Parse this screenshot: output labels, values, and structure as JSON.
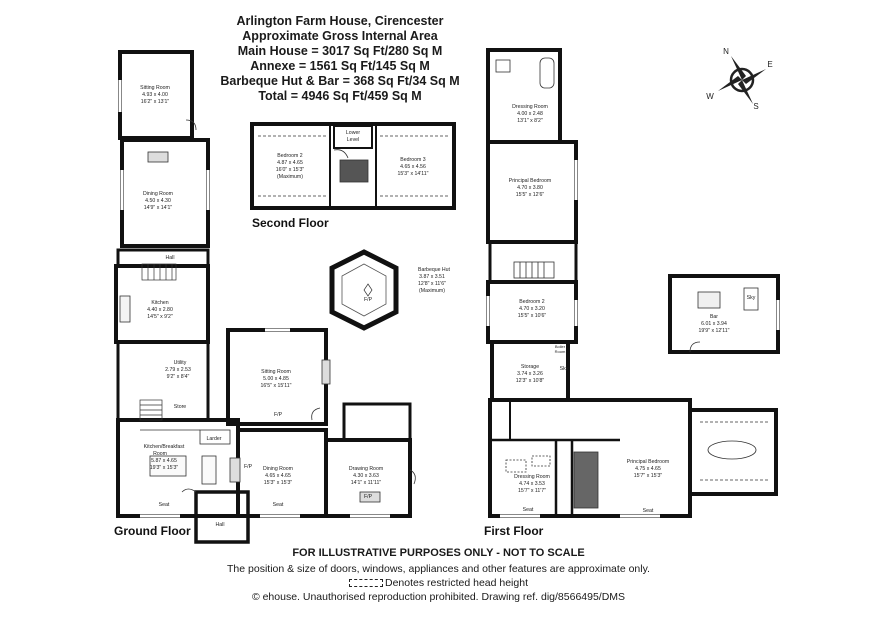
{
  "header": {
    "title": "Arlington Farm House, Cirencester",
    "subtitle": "Approximate Gross Internal Area",
    "main_house": "Main House = 3017 Sq Ft/280 Sq M",
    "annexe": "Annexe = 1561 Sq Ft/145 Sq M",
    "bbq": "Barbeque Hut & Bar = 368 Sq Ft/34 Sq M",
    "total": "Total = 4946 Sq Ft/459 Sq M"
  },
  "compass": {
    "n": "N",
    "e": "E",
    "s": "S",
    "w": "W"
  },
  "floors": {
    "ground": "Ground Floor",
    "first": "First Floor",
    "second": "Second Floor"
  },
  "rooms": {
    "sitting_room_1": {
      "name": "Sitting Room",
      "m": "4.93 x 4.00",
      "ft": "16'2\" x 13'1\""
    },
    "dining_room_1": {
      "name": "Dining Room",
      "m": "4.50 x 4.30",
      "ft": "14'9\" x 14'1\""
    },
    "hall_1": {
      "name": "Hall"
    },
    "kitchen": {
      "name": "Kitchen",
      "m": "4.40 x 2.80",
      "ft": "14'5\" x 9'2\""
    },
    "utility": {
      "name": "Utility",
      "m": "2.79 x 2.53",
      "ft": "9'2\" x 8'4\""
    },
    "store": {
      "name": "Store"
    },
    "larder": {
      "name": "Larder"
    },
    "kitchen_breakfast": {
      "name": "Kitchen/Breakfast",
      "name2": "Room",
      "m": "5.87 x 4.65",
      "ft": "19'3\" x 15'3\""
    },
    "hall_2": {
      "name": "Hall"
    },
    "seat_1": {
      "name": "Seat"
    },
    "sitting_room_2": {
      "name": "Sitting Room",
      "m": "5.00 x 4.85",
      "ft": "16'5\" x 15'11\""
    },
    "fp_1": {
      "name": "F/P"
    },
    "dining_room_2": {
      "name": "Dining Room",
      "m": "4.65 x 4.65",
      "ft": "15'3\" x 15'3\""
    },
    "fp_2": {
      "name": "F/P"
    },
    "seat_2": {
      "name": "Seat"
    },
    "drawing_room": {
      "name": "Drawing Room",
      "m": "4.30 x 3.63",
      "ft": "14'1\" x 11'11\""
    },
    "fp_3": {
      "name": "F/P"
    },
    "bedroom_2_second": {
      "name": "Bedroom 2",
      "m": "4.87 x 4.65",
      "ft": "16'0\" x 15'3\"",
      "note": "(Maximum)"
    },
    "lower_level": {
      "name": "Lower",
      "name2": "Level"
    },
    "bedroom_3": {
      "name": "Bedroom 3",
      "m": "4.65 x 4.56",
      "ft": "15'3\" x 14'11\""
    },
    "bbq_hut": {
      "name": "Barbeque Hut",
      "m": "3.87 x 3.51",
      "ft": "12'8\" x 11'6\"",
      "note": "(Maximum)"
    },
    "fp_bbq": {
      "name": "F/P"
    },
    "dressing_room_1": {
      "name": "Dressing Room",
      "m": "4.00 x 2.48",
      "ft": "13'1\" x 8'2\""
    },
    "principal_bedroom_1": {
      "name": "Principal Bedroom",
      "m": "4.70 x 3.80",
      "ft": "15'5\" x 12'6\""
    },
    "bedroom_2_first": {
      "name": "Bedroom 2",
      "m": "4.70 x 3.20",
      "ft": "15'5\" x 10'6\""
    },
    "storage": {
      "name": "Storage",
      "m": "3.74 x 3.26",
      "ft": "12'3\" x 10'8\""
    },
    "boiler_room": {
      "name": "Boiler",
      "name2": "Room"
    },
    "sky_1": {
      "name": "Sky"
    },
    "bar": {
      "name": "Bar",
      "m": "6.01 x 3.94",
      "ft": "19'9\" x 12'11\""
    },
    "sky_2": {
      "name": "Sky"
    },
    "dressing_room_2": {
      "name": "Dressing Room",
      "m": "4.74 x 3.53",
      "ft": "15'7\" x 11'7\""
    },
    "principal_bedroom_2": {
      "name": "Principal Bedroom",
      "m": "4.75 x 4.65",
      "ft": "15'7\" x 15'3\""
    },
    "seat_3": {
      "name": "Seat"
    },
    "seat_4": {
      "name": "Seat"
    }
  },
  "footer": {
    "disclaimer": "FOR ILLUSTRATIVE PURPOSES ONLY - NOT TO SCALE",
    "position_note": "The position & size of doors, windows, appliances and other features are approximate only.",
    "legend": "Denotes restricted head height",
    "copyright": "© ehouse. Unauthorised reproduction prohibited. Drawing ref. dig/8566495/DMS"
  }
}
